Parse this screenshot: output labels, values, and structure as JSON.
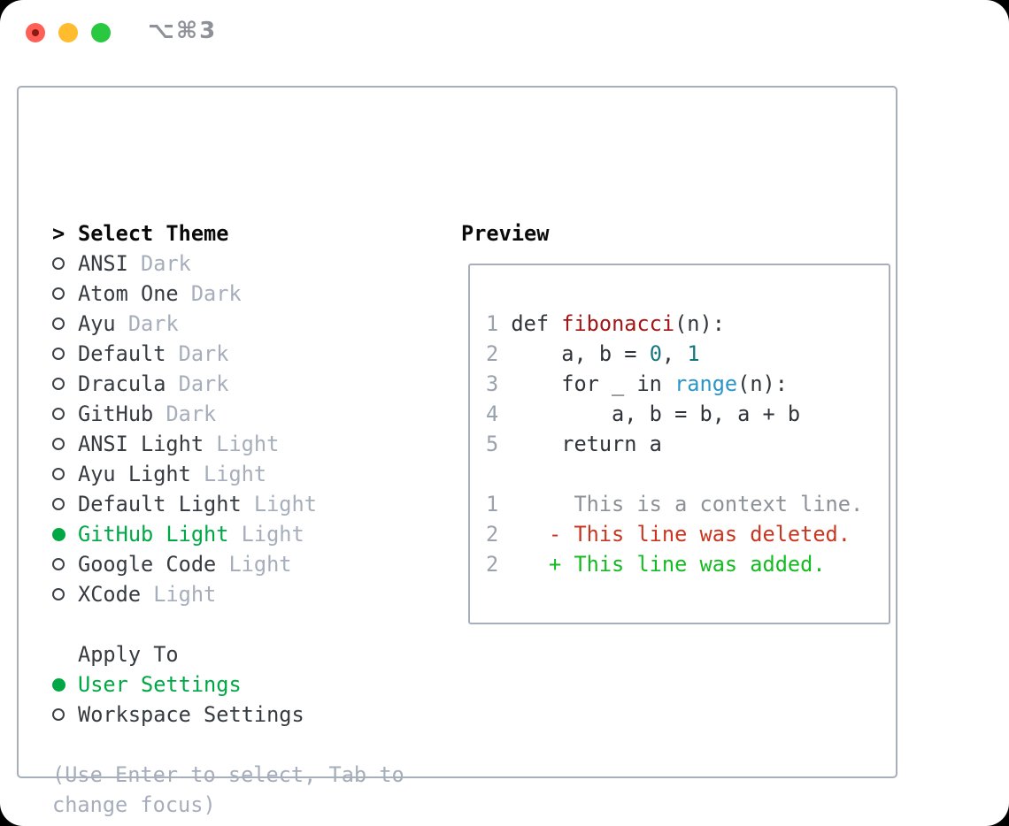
{
  "window": {
    "shortcut_label": "⌥⌘3",
    "traffic_lights": [
      "close",
      "minimize",
      "zoom"
    ]
  },
  "colors": {
    "selection_green": "#00a845",
    "item_text": "#363b42",
    "muted_text": "#a6aebb",
    "border": "#a7afba",
    "traffic_red": "#ff5f57",
    "traffic_yellow": "#febc2e",
    "traffic_green": "#28c840"
  },
  "theme_picker": {
    "title": "Select Theme",
    "cursor": ">",
    "themes": [
      {
        "name": "ANSI",
        "variant": "Dark",
        "selected": false
      },
      {
        "name": "Atom One",
        "variant": "Dark",
        "selected": false
      },
      {
        "name": "Ayu",
        "variant": "Dark",
        "selected": false
      },
      {
        "name": "Default",
        "variant": "Dark",
        "selected": false
      },
      {
        "name": "Dracula",
        "variant": "Dark",
        "selected": false
      },
      {
        "name": "GitHub",
        "variant": "Dark",
        "selected": false
      },
      {
        "name": "ANSI Light",
        "variant": "Light",
        "selected": false
      },
      {
        "name": "Ayu Light",
        "variant": "Light",
        "selected": false
      },
      {
        "name": "Default Light",
        "variant": "Light",
        "selected": false
      },
      {
        "name": "GitHub Light",
        "variant": "Light",
        "selected": true
      },
      {
        "name": "Google Code",
        "variant": "Light",
        "selected": false
      },
      {
        "name": "XCode",
        "variant": "Light",
        "selected": false
      }
    ],
    "apply_to": {
      "title": "Apply To",
      "options": [
        {
          "label": "User Settings",
          "selected": true
        },
        {
          "label": "Workspace Settings",
          "selected": false
        }
      ]
    },
    "hint_lines": [
      "(Use Enter to select, Tab to",
      "change focus)"
    ]
  },
  "preview": {
    "title": "Preview",
    "syntax_colors": {
      "code": "#2f343a",
      "function": "#a31515",
      "number": "#177780",
      "builtin": "#2b95c9",
      "context": "#8c9197",
      "deleted": "#c9351f",
      "added": "#13bb21",
      "line_number": "#9aa2ae"
    },
    "lines": [
      {
        "num": "1",
        "segments": [
          {
            "t": " def ",
            "c": "code"
          },
          {
            "t": "fibonacci",
            "c": "function"
          },
          {
            "t": "(n):",
            "c": "code"
          }
        ]
      },
      {
        "num": "2",
        "segments": [
          {
            "t": "     a, b = ",
            "c": "code"
          },
          {
            "t": "0",
            "c": "number"
          },
          {
            "t": ", ",
            "c": "code"
          },
          {
            "t": "1",
            "c": "number"
          }
        ]
      },
      {
        "num": "3",
        "segments": [
          {
            "t": "     for _ in ",
            "c": "code"
          },
          {
            "t": "range",
            "c": "builtin"
          },
          {
            "t": "(n):",
            "c": "code"
          }
        ]
      },
      {
        "num": "4",
        "segments": [
          {
            "t": "         a, b = b, a + b",
            "c": "code"
          }
        ]
      },
      {
        "num": "5",
        "segments": [
          {
            "t": "     return a",
            "c": "code"
          }
        ]
      },
      {
        "num": "",
        "segments": []
      },
      {
        "num": "1",
        "segments": [
          {
            "t": "      This is a context line.",
            "c": "context"
          }
        ]
      },
      {
        "num": "2",
        "segments": [
          {
            "t": "    - This line was deleted.",
            "c": "deleted"
          }
        ]
      },
      {
        "num": "2",
        "segments": [
          {
            "t": "    + This line was added.",
            "c": "added"
          }
        ]
      }
    ]
  }
}
